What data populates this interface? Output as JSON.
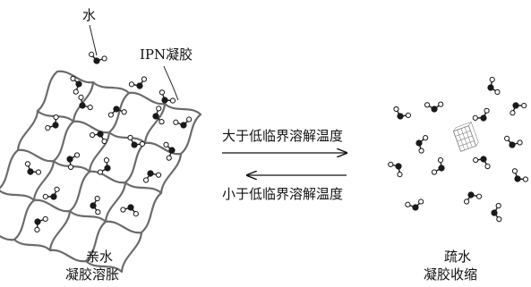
{
  "labels": {
    "water": "水",
    "ipn_gel": "IPN凝胶",
    "upper_arrow": "大于低临界溶解温度",
    "lower_arrow": "小于低临界溶解温度",
    "left_caption_line1": "亲水",
    "left_caption_line2": "凝胶溶胀",
    "right_caption_line1": "疏水",
    "right_caption_line2": "凝胶收缩"
  },
  "icons": {
    "water_molecule": "water-molecule-icon",
    "gel_network": "swollen-gel-network",
    "collapsed_gel": "collapsed-gel-icon"
  },
  "colors": {
    "network": "#6b6b6b",
    "molecule": "#1a1a1a",
    "hydrogen": "#ffffff"
  }
}
